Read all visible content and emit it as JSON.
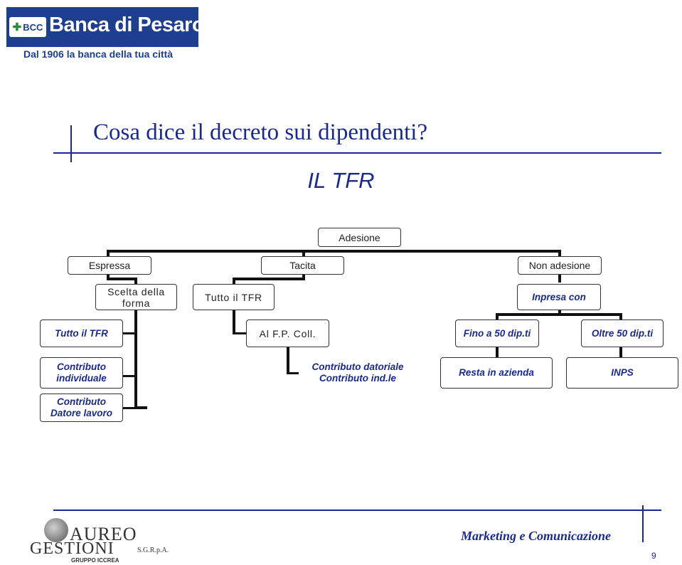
{
  "header": {
    "logo_badge": "BCC",
    "bank_name": "Banca di Pesaro",
    "tagline": "Dal 1906 la banca della tua città"
  },
  "slide": {
    "title": "Cosa dice il decreto sui dipendenti?",
    "subtitle": "IL TFR"
  },
  "diagram": {
    "adesione": "Adesione",
    "espressa": "Espressa",
    "tacita": "Tacita",
    "non_adesione": "Non adesione",
    "scelta_della_forma": "Scelta della forma",
    "tutto_il_tfr_mid": "Tutto il TFR",
    "inpresa_con": "Inpresa con",
    "tutto_il_tfr_left": "Tutto il TFR",
    "al_fp_coll": "Al F.P. Coll.",
    "fino_50": "Fino a 50 dip.ti",
    "oltre_50": "Oltre 50 dip.ti",
    "contributo_individuale": "Contributo individuale",
    "contributo_datoriale": "Contributo datoriale Contributo ind.le",
    "resta_in_azienda": "Resta in azienda",
    "inps": "INPS",
    "contributo_datore": "Contributo Datore lavoro"
  },
  "footer": {
    "company_name": "AUREO",
    "company_sub": "GESTIONI",
    "company_legal": "S.G.R.p.A.",
    "group": "GRUPPO ICCREA",
    "department": "Marketing e Comunicazione",
    "page_number": "9"
  }
}
